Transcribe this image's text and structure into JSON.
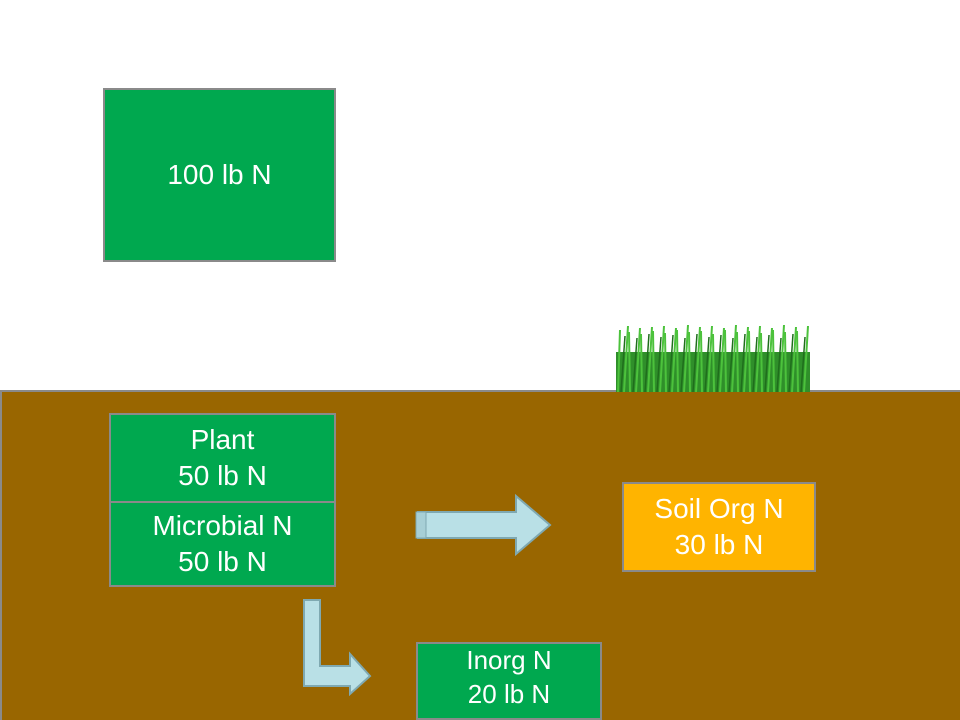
{
  "top_box": {
    "label": "100 lb N"
  },
  "plant_box": {
    "line1": "Plant",
    "line2": "50 lb N"
  },
  "microbial_box": {
    "line1": "Microbial N",
    "line2": "50 lb N"
  },
  "soil_org_box": {
    "line1": "Soil Org N",
    "line2": "30 lb N"
  },
  "inorg_box": {
    "line1": "Inorg N",
    "line2": "20 lb N"
  },
  "colors": {
    "green_box": "#00a84f",
    "orange_box": "#ffb400",
    "soil": "#996600",
    "arrow": "#b9e0e6",
    "grass": "#3aa832"
  },
  "icons": [
    "grass-icon",
    "right-arrow-icon",
    "elbow-arrow-icon"
  ]
}
